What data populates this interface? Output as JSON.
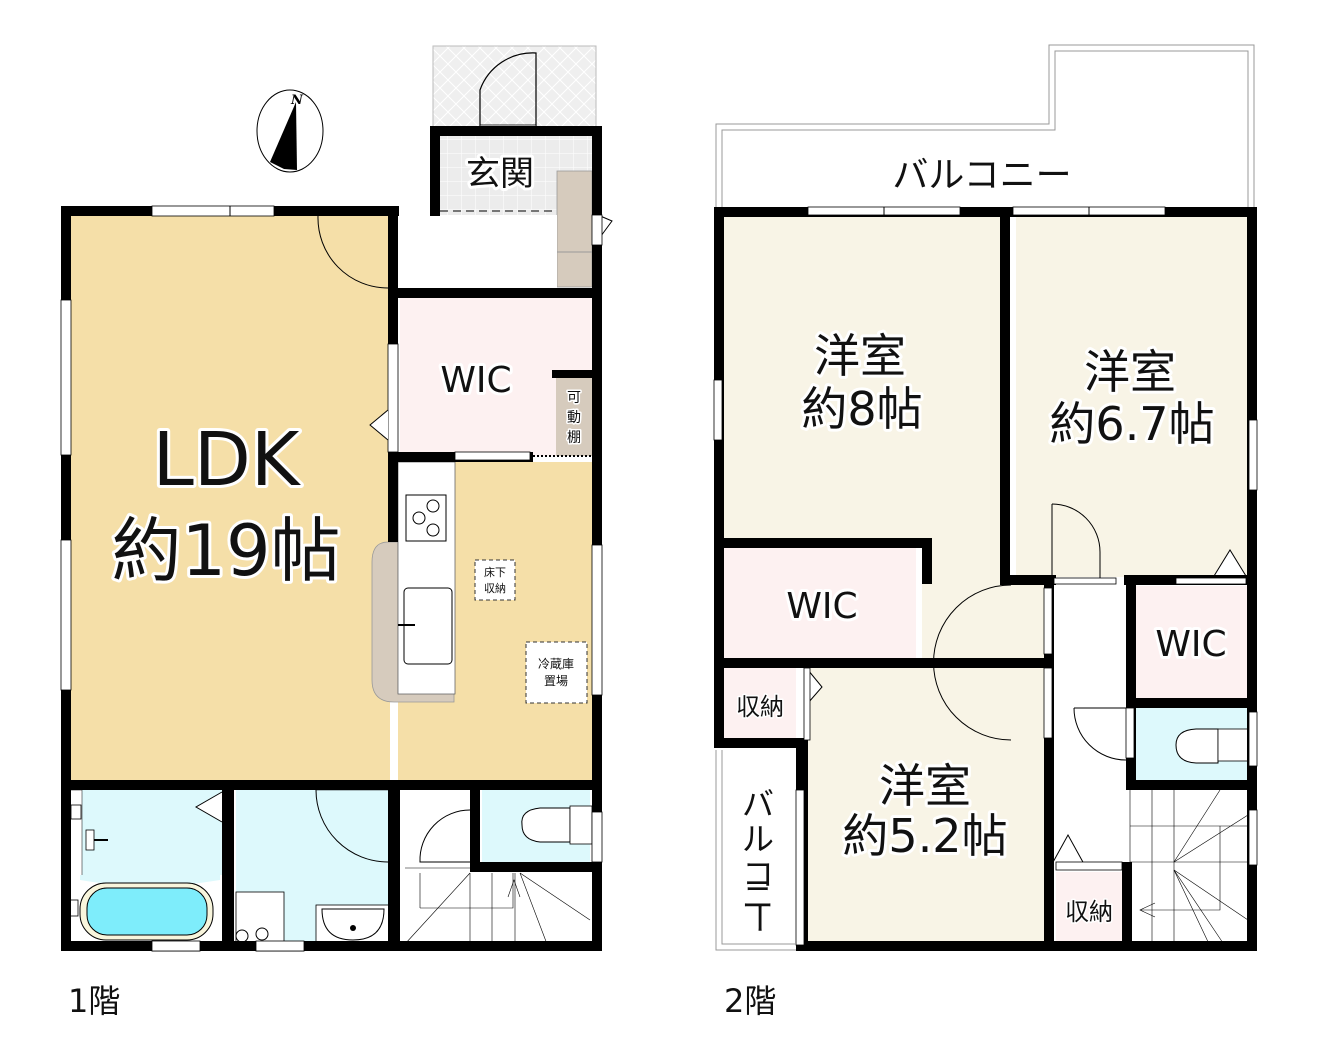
{
  "colors": {
    "wall": "#000000",
    "ldk_floor": "#f5dfa8",
    "western_room_floor": "#f8f4e6",
    "wic_floor": "#fdf1f1",
    "wet_area_floor": "#ddf9fc",
    "bathtub_water": "#7eedfb",
    "entrance_tile": "#efefef",
    "cabinet": "#d6cbbd"
  },
  "compass": {
    "label": "N"
  },
  "floor1": {
    "label": "1階",
    "rooms": {
      "ldk_name": "LDK",
      "ldk_size": "約19帖",
      "entrance": "玄関",
      "wic": "WIC",
      "movable_shelf": [
        "可",
        "動",
        "棚"
      ],
      "underfloor_storage": [
        "床下",
        "収納"
      ],
      "fridge_space": [
        "冷蔵庫",
        "置場"
      ]
    }
  },
  "floor2": {
    "label": "2階",
    "rooms": {
      "balcony_top": "バルコニー",
      "balcony_side": [
        "バ",
        "ル",
        "コ",
        "ニ",
        "ー"
      ],
      "room1_name": "洋室",
      "room1_size": "約8帖",
      "room2_name": "洋室",
      "room2_size": "約6.7帖",
      "room3_name": "洋室",
      "room3_size": "約5.2帖",
      "wic_left": "WIC",
      "wic_right": "WIC",
      "storage_left": "収納",
      "storage_bottom": "収納"
    }
  }
}
